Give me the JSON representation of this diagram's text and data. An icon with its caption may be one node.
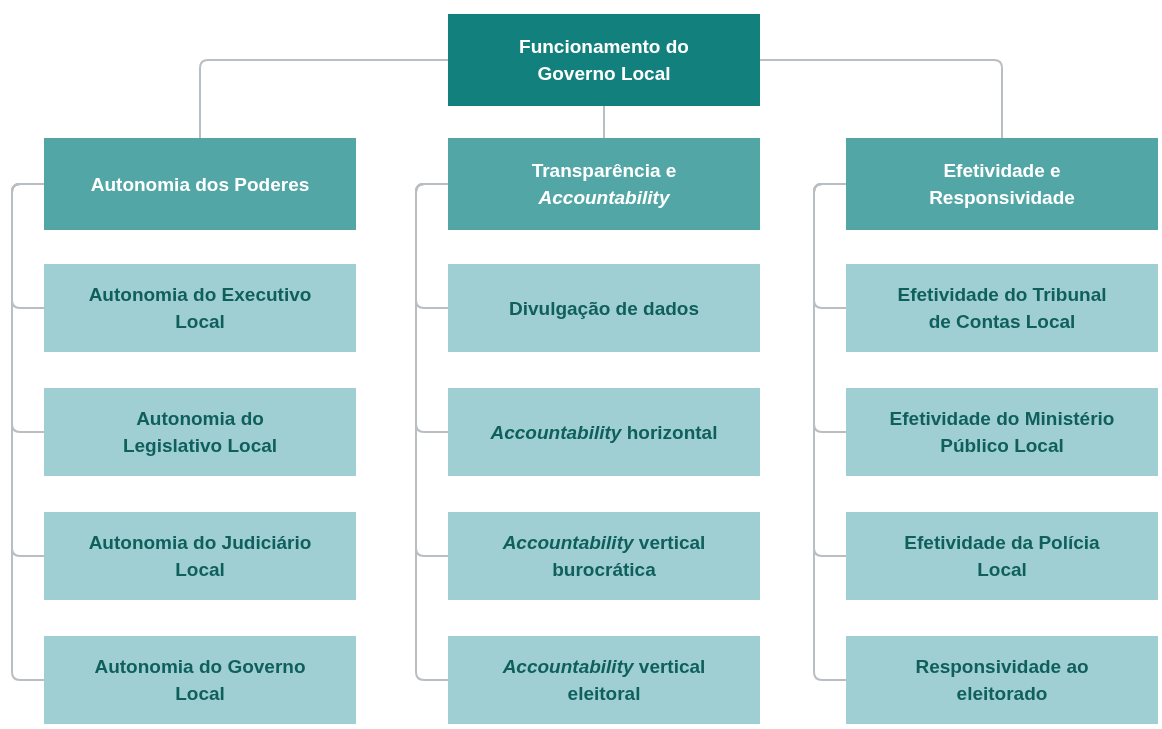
{
  "diagram": {
    "nodes": [
      {
        "text": [
          "Funcionamento do Governo Local"
        ]
      },
      {
        "text": [
          "Autonomia dos Poderes"
        ]
      },
      {
        "text": [
          "Transparência e *Accountability*"
        ]
      },
      {
        "text": [
          "Efetividade e Responsividade"
        ]
      },
      {
        "text": [
          "Autonomia do Executivo Local"
        ]
      },
      {
        "text": [
          "Autonomia do Legislativo Local"
        ]
      },
      {
        "text": [
          "Autonomia do Judiciário Local"
        ]
      },
      {
        "text": [
          "Autonomia do Governo Local"
        ]
      },
      {
        "text": [
          "Divulgação de dados"
        ]
      },
      {
        "text": [
          "*Accountability* horizontal"
        ]
      },
      {
        "text": [
          "*Accountability* vertical burocrática"
        ]
      },
      {
        "text": [
          "*Accountability* vertical eleitoral"
        ]
      },
      {
        "text": [
          "Efetividade do Tribunal de Contas Local"
        ]
      },
      {
        "text": [
          "Efetividade do Ministério Público Local"
        ]
      },
      {
        "text": [
          "Efetividade da Polícia Local"
        ]
      },
      {
        "text": [
          "Responsividade ao eleitorado"
        ]
      }
    ],
    "edges": [
      {
        "from": 0,
        "to": 1,
        "arrow": "none"
      },
      {
        "from": 0,
        "to": 2,
        "arrow": "none"
      },
      {
        "from": 0,
        "to": 3,
        "arrow": "none"
      },
      {
        "from": 1,
        "to": 4,
        "arrow": "none"
      },
      {
        "from": 1,
        "to": 5,
        "arrow": "none"
      },
      {
        "from": 1,
        "to": 6,
        "arrow": "none"
      },
      {
        "from": 1,
        "to": 7,
        "arrow": "none"
      },
      {
        "from": 2,
        "to": 8,
        "arrow": "none"
      },
      {
        "from": 2,
        "to": 9,
        "arrow": "none"
      },
      {
        "from": 2,
        "to": 10,
        "arrow": "none"
      },
      {
        "from": 2,
        "to": 11,
        "arrow": "none"
      },
      {
        "from": 3,
        "to": 12,
        "arrow": "none"
      },
      {
        "from": 3,
        "to": 13,
        "arrow": "none"
      },
      {
        "from": 3,
        "to": 14,
        "arrow": "none"
      },
      {
        "from": 3,
        "to": 15,
        "arrow": "none"
      }
    ]
  }
}
